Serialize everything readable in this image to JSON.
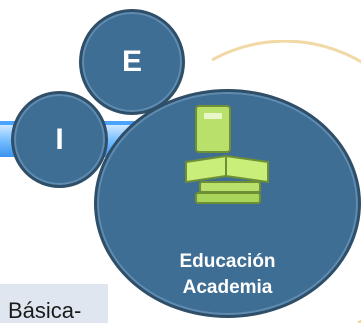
{
  "circles": {
    "e_label": "E",
    "i_label": "I",
    "main_line1": "Educación",
    "main_line2": "Academia"
  },
  "side_text": "Básica-",
  "colors": {
    "circle_fill": "#3f6e95",
    "circle_border": "#2f4f68",
    "bar": "#4aa3ff",
    "book": "#b8e06b",
    "arc": "#f1d9a6"
  },
  "icons": {
    "main_icon": "books-icon"
  }
}
